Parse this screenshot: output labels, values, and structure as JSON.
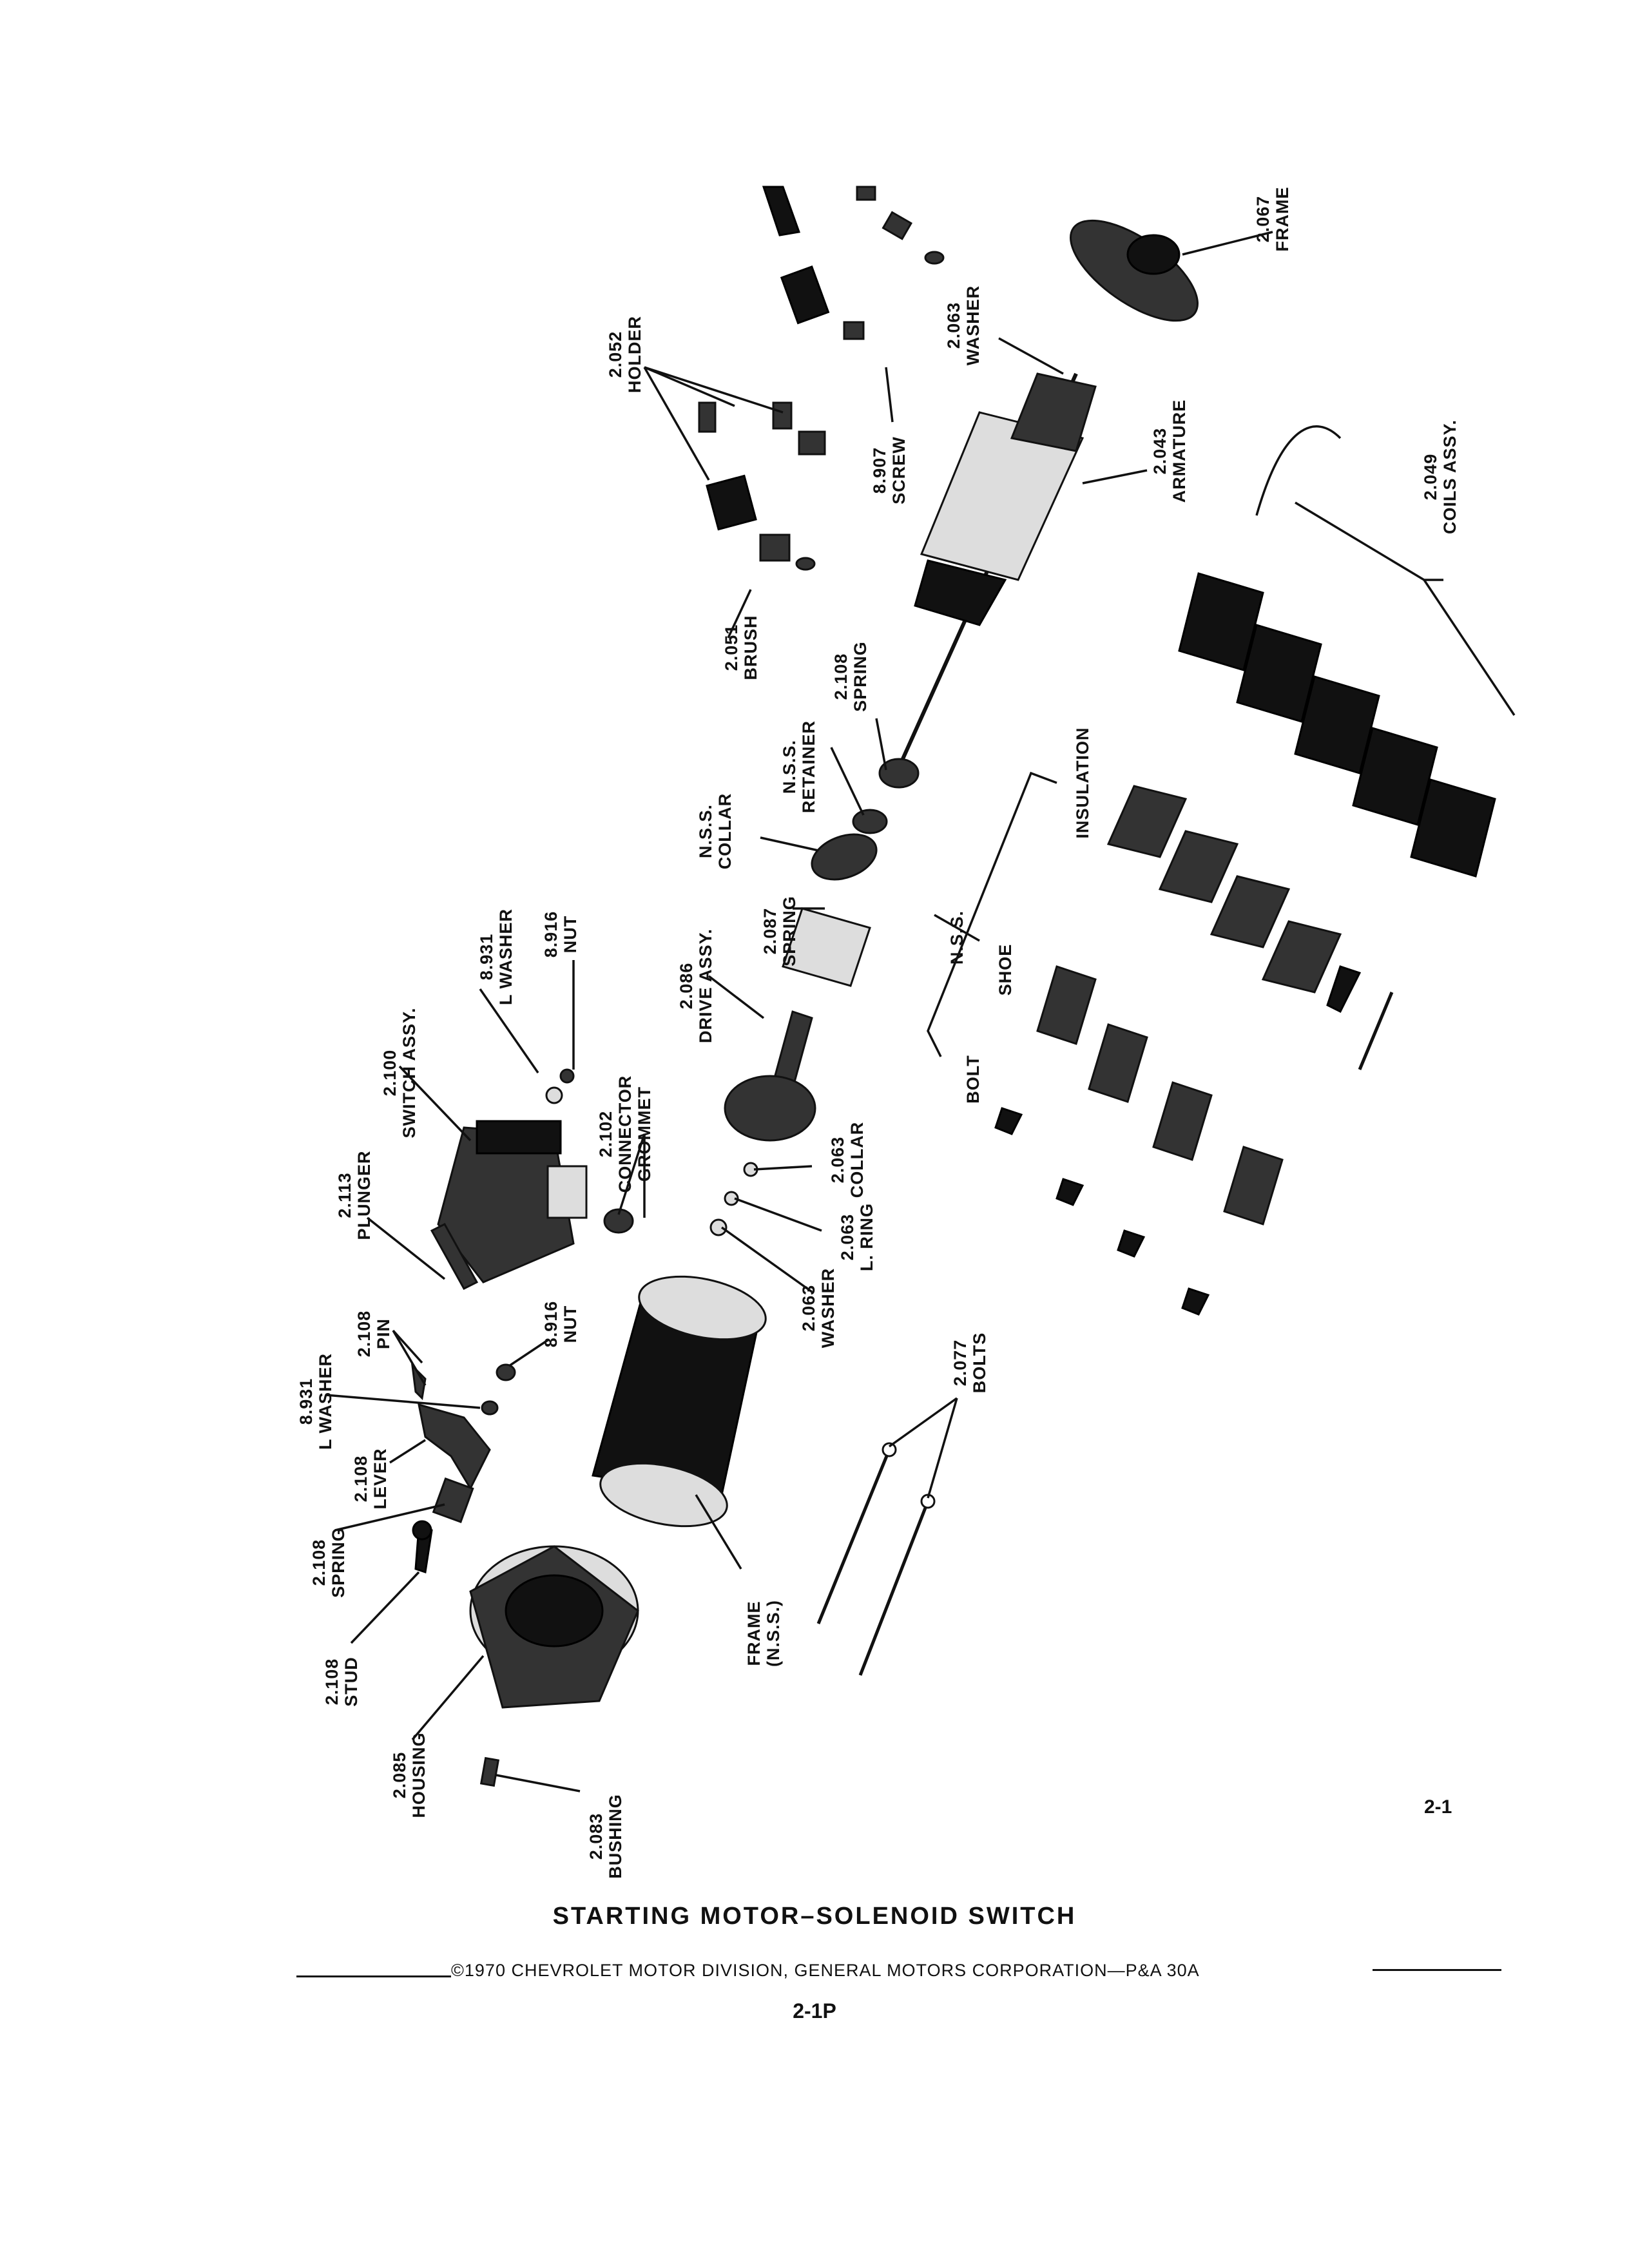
{
  "title": "STARTING MOTOR–SOLENOID SWITCH",
  "footer": "©1970 CHEVROLET MOTOR DIVISION, GENERAL MOTORS CORPORATION—P&A 30A",
  "page_code": "2-1P",
  "figure_number": "2-1",
  "labels": {
    "frame_end": {
      "num": "2.067",
      "name": "FRAME"
    },
    "washer_top": {
      "num": "2.063",
      "name": "WASHER"
    },
    "holder": {
      "num": "2.052",
      "name": "HOLDER"
    },
    "screw": {
      "num": "8.907",
      "name": "SCREW"
    },
    "armature": {
      "num": "2.043",
      "name": "ARMATURE"
    },
    "coils": {
      "num": "2.049",
      "name": "COILS ASSY."
    },
    "brush": {
      "num": "2.051",
      "name": "BRUSH"
    },
    "spring_top": {
      "num": "2.108",
      "name": "SPRING"
    },
    "retainer": {
      "num": "N.S.S.",
      "name": "RETAINER"
    },
    "collar_nss": {
      "num": "N.S.S.",
      "name": "COLLAR"
    },
    "insulation": {
      "name": "INSULATION"
    },
    "spring_087": {
      "num": "2.087",
      "name": "SPRING"
    },
    "nss_group": {
      "name": "N.S.S."
    },
    "shoe": {
      "name": "SHOE"
    },
    "drive": {
      "num": "2.086",
      "name": "DRIVE ASSY."
    },
    "lwasher_top": {
      "num": "8.931",
      "name": "L WASHER"
    },
    "nut_top": {
      "num": "8.916",
      "name": "NUT"
    },
    "switch": {
      "num": "2.100",
      "name": "SWITCH ASSY."
    },
    "connector": {
      "num": "2.102",
      "name": "CONNECTOR",
      "name2": "GROMMET"
    },
    "bolt": {
      "name": "BOLT"
    },
    "plunger": {
      "num": "2.113",
      "name": "PLUNGER"
    },
    "collar_063": {
      "num": "2.063",
      "name": "COLLAR"
    },
    "lring": {
      "num": "2.063",
      "name": "L. RING"
    },
    "washer_063": {
      "num": "2.063",
      "name": "WASHER"
    },
    "pin": {
      "num": "2.108",
      "name": "PIN"
    },
    "nut_mid": {
      "num": "8.916",
      "name": "NUT"
    },
    "lwasher_mid": {
      "num": "8.931",
      "name": "L WASHER"
    },
    "lever": {
      "num": "2.108",
      "name": "LEVER"
    },
    "bolts": {
      "num": "2.077",
      "name": "BOLTS"
    },
    "spring_low": {
      "num": "2.108",
      "name": "SPRING"
    },
    "stud": {
      "num": "2.108",
      "name": "STUD"
    },
    "frame_nss": {
      "name": "FRAME",
      "name2": "(N.S.S.)"
    },
    "housing": {
      "num": "2.085",
      "name": "HOUSING"
    },
    "bushing": {
      "num": "2.083",
      "name": "BUSHING"
    }
  }
}
